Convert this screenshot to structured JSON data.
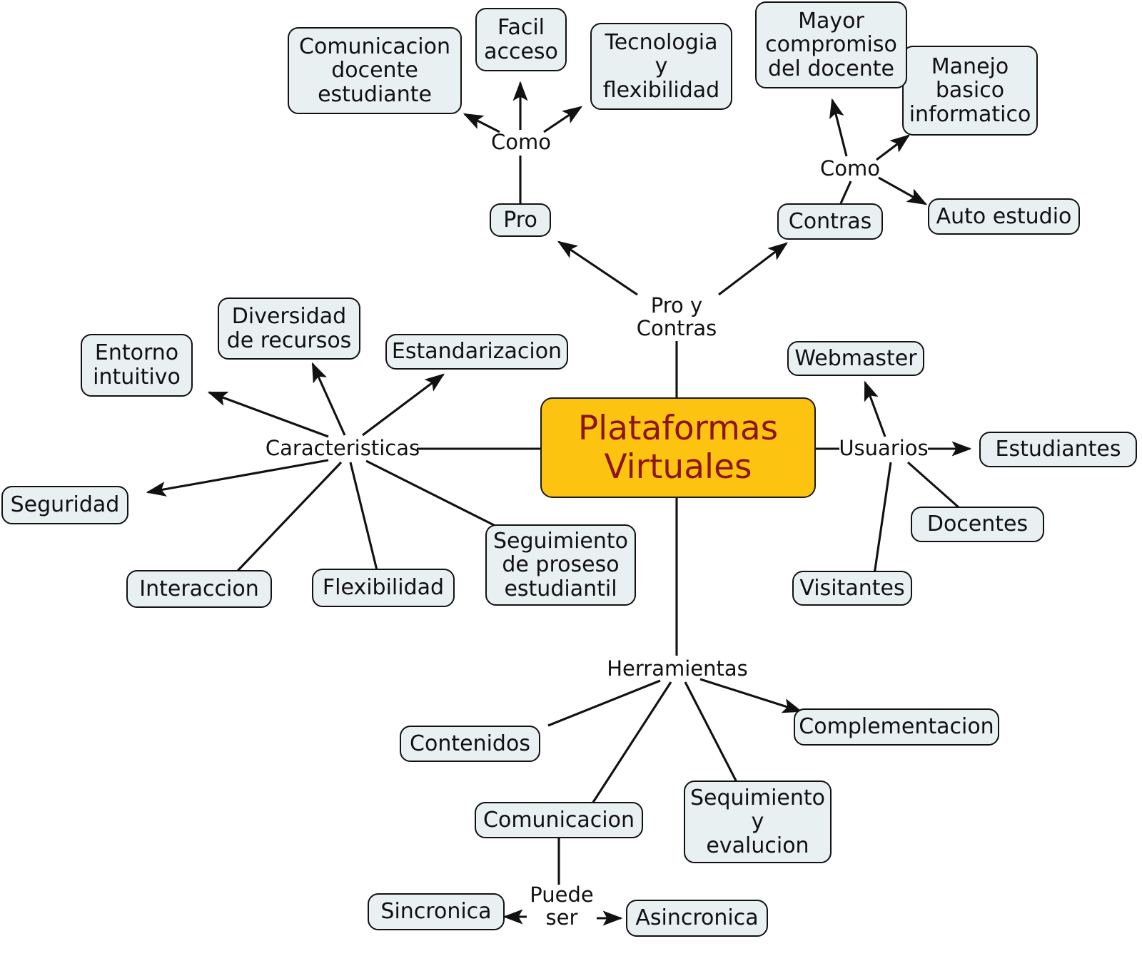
{
  "diagram": {
    "title": "Plataformas Virtuales",
    "type": "concept-map",
    "language": "es",
    "colors": {
      "center_fill": "#fcc310",
      "center_text": "#8b1515",
      "node_fill": "#e9f0f2",
      "node_border": "#121212",
      "node_text": "#111111",
      "edge": "#111111",
      "background": "#ffffff"
    }
  },
  "center": {
    "label": "Plataformas\nVirtuales"
  },
  "link_labels": {
    "pro_y_contras": "Pro  y\nContras",
    "como_pro": "Como",
    "como_contras": "Como",
    "caracteristicas": "Caracteristicas",
    "usuarios": "Usuarios",
    "herramientas": "Herramientas",
    "puede_ser": "Puede\nser"
  },
  "nodes": {
    "pro": "Pro",
    "contras": "Contras",
    "comunicacion_docente_estudiante": "Comunicacion\ndocente\nestudiante",
    "facil_acceso": "Facil\nacceso",
    "tecnologia_y_flexibilidad": "Tecnologia\ny\nflexibilidad",
    "mayor_compromiso_del_docente": "Mayor\ncompromiso\ndel docente",
    "manejo_basico_informatico": "Manejo\nbasico\ninformatico",
    "auto_estudio": "Auto estudio",
    "entorno_intuitivo": "Entorno\nintuitivo",
    "diversidad_de_recursos": "Diversidad\nde recursos",
    "estandarizacion": "Estandarizacion",
    "seguridad": "Seguridad",
    "interaccion": "Interaccion",
    "flexibilidad": "Flexibilidad",
    "seguimiento_de_proseso_estudiantil": "Seguimiento\nde proseso\nestudiantil",
    "webmaster": "Webmaster",
    "estudiantes": "Estudiantes",
    "docentes": "Docentes",
    "visitantes": "Visitantes",
    "contenidos": "Contenidos",
    "comunicacion": "Comunicacion",
    "sequimiento_y_evalucion": "Sequimiento\ny\nevalucion",
    "complementacion": "Complementacion",
    "sincronica": "Sincronica",
    "asincronica": "Asincronica"
  }
}
